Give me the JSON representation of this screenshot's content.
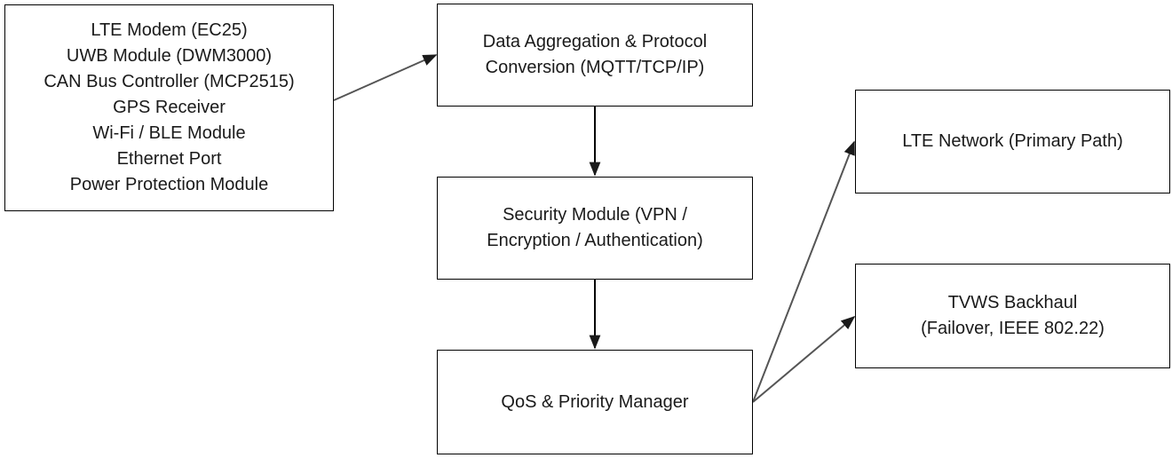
{
  "diagram": {
    "nodes": {
      "hardware": {
        "lines": [
          "LTE Modem (EC25)",
          "UWB Module (DWM3000)",
          "CAN Bus Controller (MCP2515)",
          "GPS Receiver",
          "Wi-Fi / BLE Module",
          "Ethernet Port",
          "Power Protection Module"
        ]
      },
      "aggregation": {
        "lines": [
          "Data Aggregation & Protocol",
          "Conversion (MQTT/TCP/IP)"
        ]
      },
      "security": {
        "lines": [
          "Security Module (VPN /",
          "Encryption / Authentication)"
        ]
      },
      "qos": {
        "lines": [
          "QoS & Priority Manager"
        ]
      },
      "lte_network": {
        "lines": [
          "LTE Network (Primary Path)"
        ]
      },
      "tvws": {
        "lines": [
          "TVWS Backhaul",
          "(Failover, IEEE 802.22)"
        ]
      }
    },
    "edges": [
      {
        "from": "hardware",
        "to": "aggregation"
      },
      {
        "from": "aggregation",
        "to": "security"
      },
      {
        "from": "security",
        "to": "qos"
      },
      {
        "from": "qos",
        "to": "lte_network"
      },
      {
        "from": "qos",
        "to": "tvws"
      }
    ],
    "colors": {
      "border": "#000000",
      "text": "#1a1a1a",
      "arrow_straight": "#000000",
      "arrow_diagonal": "#555555"
    }
  }
}
